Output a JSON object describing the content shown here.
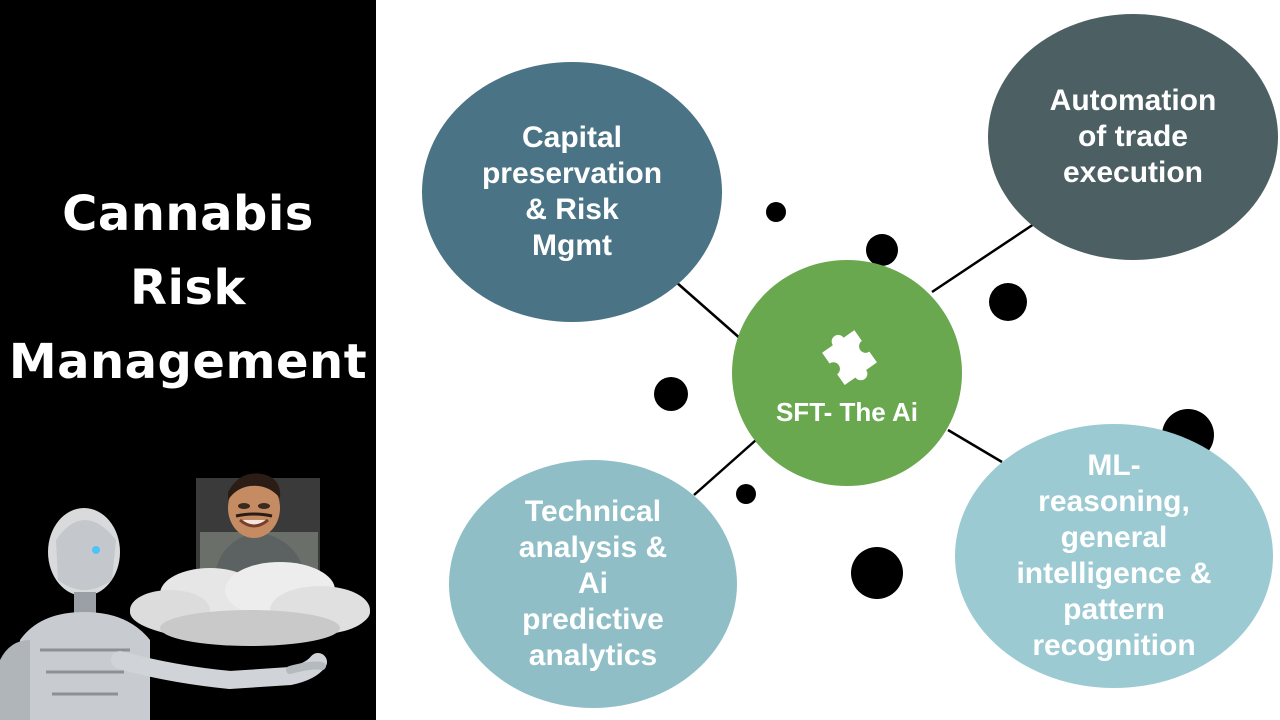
{
  "sidebar": {
    "title_lines": [
      "Cannabis",
      "Risk",
      "Management"
    ]
  },
  "diagram": {
    "center": {
      "label": "SFT- The Ai",
      "icon": "puzzle-piece-icon",
      "color": "#6aa84f"
    },
    "nodes": [
      {
        "id": "capital",
        "label": "Capital\npreservation\n& Risk\nMgmt",
        "color": "#4a7486"
      },
      {
        "id": "automation",
        "label": "Automation\nof trade\nexecution",
        "color": "#4c5f62"
      },
      {
        "id": "technical",
        "label": "Technical\nanalysis &\nAi\npredictive\nanalytics",
        "color": "#8fbec7"
      },
      {
        "id": "ml",
        "label": "ML-\nreasoning,\ngeneral\nintelligence &\npattern\nrecognition",
        "color": "#9ccad2"
      }
    ]
  },
  "illustration": {
    "robot": "robot-figure",
    "person": "presenter-photo",
    "cloud": "cloud-shape"
  }
}
